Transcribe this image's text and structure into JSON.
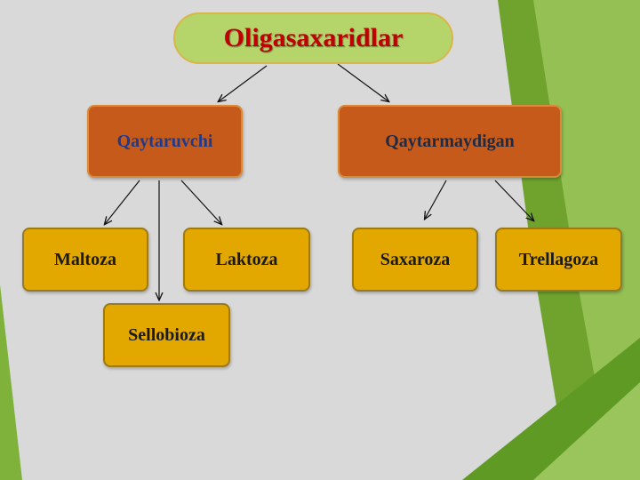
{
  "title": "Oligasaxaridlar",
  "categories": {
    "reducing": "Qaytaruvchi",
    "non_reducing": "Qaytarmaydigan"
  },
  "reducing_items": [
    "Maltoza",
    "Laktoza",
    "Sellobioza"
  ],
  "non_reducing_items": [
    "Saxaroza",
    "Trellagoza"
  ],
  "colors": {
    "background": "#d9d9d9",
    "title_fill": "#b5d46a",
    "title_text": "#c00000",
    "category_fill": "#c55a1a",
    "leaf_fill": "#e2a800",
    "accent_green": "#7fb23a"
  }
}
